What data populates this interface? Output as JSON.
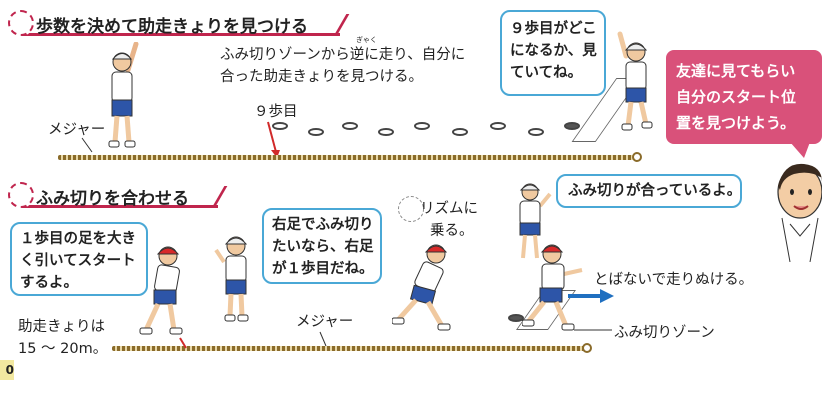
{
  "section1": {
    "title": "歩数を決めて助走きょりを見つける",
    "description_line1": "ふみ切りゾーンから逆に走り、自分に",
    "description_line2": "合った助走きょりを見つける。",
    "ruby": "ぎゃく",
    "step_label": "９歩目",
    "tape_label": "メジャー",
    "bubble_line1": "９歩目がどこ",
    "bubble_line2": "になるか、見",
    "bubble_line3": "ていてね。"
  },
  "pink_note": {
    "line1": "友達に見てもらい",
    "line2": "自分のスタート位",
    "line3": "置を見つけよう。"
  },
  "section2": {
    "title": "ふみ切りを合わせる",
    "bubble_left_line1": "１歩目の足を大き",
    "bubble_left_line2": "く引いてスタート",
    "bubble_left_line3": "するよ。",
    "bubble_mid_line1": "右足でふみ切り",
    "bubble_mid_line2": "たいなら、右足",
    "bubble_mid_line3": "が１歩目だね。",
    "rhythm_line1": "リズムに",
    "rhythm_line2": "乗る。",
    "bubble_right": "ふみ切りが合っているよ。",
    "run_through": "とばないで走りぬける。",
    "tape_label": "メジャー",
    "zone_label": "ふみ切りゾーン",
    "distance_line1": "助走きょりは",
    "distance_line2": "15 ～ 20m。"
  },
  "page_number": "0"
}
